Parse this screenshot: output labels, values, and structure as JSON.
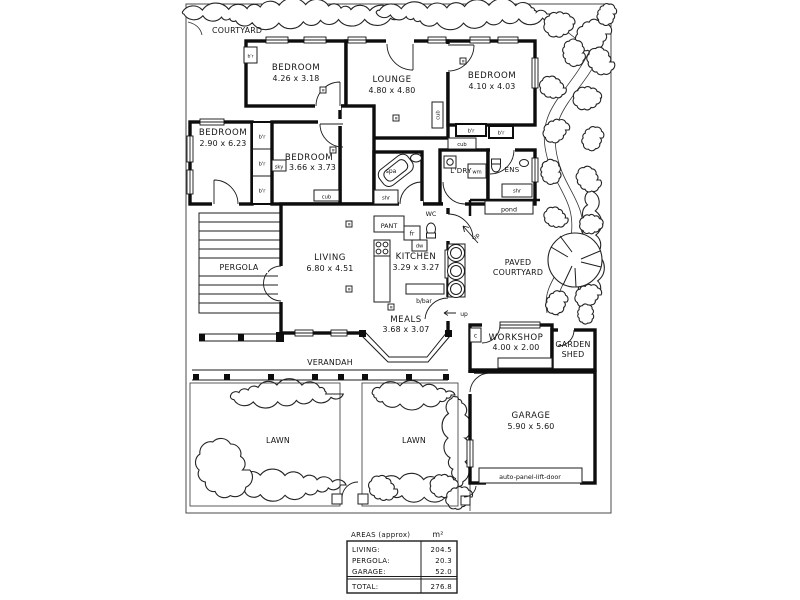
{
  "site_labels": {
    "courtyard": "COURTYARD",
    "pergola": "PERGOLA",
    "paved_line1": "PAVED",
    "paved_line2": "COURTYARD",
    "verandah": "VERANDAH",
    "lawn": "LAWN"
  },
  "rooms": {
    "bedroom1": {
      "name": "BEDROOM",
      "dims": "4.26 x 3.18"
    },
    "lounge": {
      "name": "LOUNGE",
      "dims": "4.80 x 4.80"
    },
    "bedroom2": {
      "name": "BEDROOM",
      "dims": "4.10 x 4.03"
    },
    "bedroom3": {
      "name": "BEDROOM",
      "dims": "2.90 x 6.23"
    },
    "bedroom4": {
      "name": "BEDROOM",
      "dims": "3.66 x 3.73"
    },
    "living": {
      "name": "LIVING",
      "dims": "6.80 x 4.51"
    },
    "kitchen": {
      "name": "KITCHEN",
      "dims": "3.29 x 3.27"
    },
    "meals": {
      "name": "MEALS",
      "dims": "3.68 x 3.07"
    },
    "workshop": {
      "name": "WORKSHOP",
      "dims": "4.00 x 2.00"
    },
    "garage": {
      "name": "GARAGE",
      "dims": "5.90 x 5.60"
    },
    "garden_shed": {
      "line1": "GARDEN",
      "line2": "SHED"
    }
  },
  "fixtures": {
    "br": "b'r",
    "cub": "cub",
    "sky": "sky",
    "spa": "spa",
    "shr": "shr",
    "ldry": "L'DRY",
    "wm": "wm",
    "ens": "ENS",
    "pond": "pond",
    "wc": "WC",
    "pant": "PANT",
    "fr": "fr",
    "dw": "dw",
    "up": "up",
    "bbar": "b/bar",
    "c": "c",
    "auto_door": "auto-panel-lift-door"
  },
  "areas_table": {
    "title": "AREAS (approx)",
    "unit": "m²",
    "rows": [
      {
        "label": "LIVING:",
        "value": "204.5"
      },
      {
        "label": "PERGOLA:",
        "value": "20.3"
      },
      {
        "label": "GARAGE:",
        "value": "52.0"
      }
    ],
    "total_label": "TOTAL:",
    "total_value": "276.8"
  }
}
